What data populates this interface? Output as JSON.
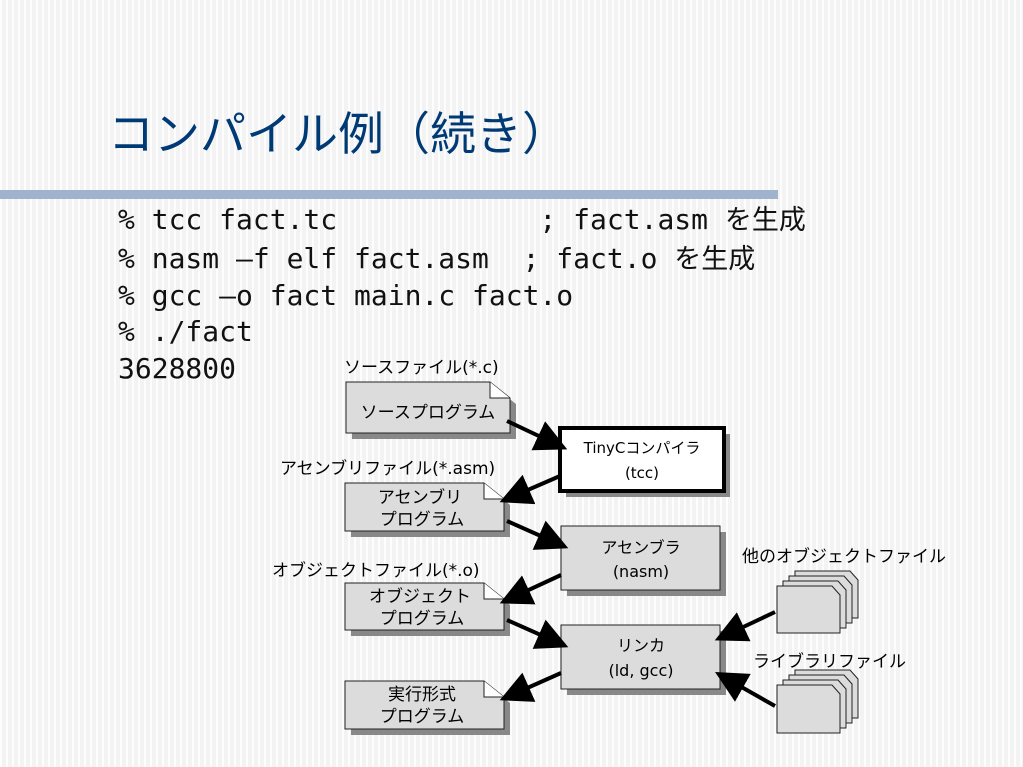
{
  "title": "コンパイル例（続き）",
  "code_lines": [
    {
      "cmd": "% tcc fact.tc            ; fact.asm",
      "note": "を生成"
    },
    {
      "cmd": "% nasm –f elf fact.asm  ; fact.o",
      "note": "を生成"
    },
    {
      "cmd": "% gcc –o fact main.c fact.o",
      "note": ""
    },
    {
      "cmd": "% ./fact",
      "note": ""
    },
    {
      "cmd": "3628800",
      "note": ""
    }
  ],
  "diagram": {
    "source_label": "ソースファイル(*.c)",
    "source_doc": "ソースプログラム",
    "compiler": {
      "line1": "TinyCコンパイラ",
      "line2": "(tcc)"
    },
    "asm_label": "アセンブリファイル(*.asm)",
    "asm_doc": {
      "line1": "アセンブリ",
      "line2": "プログラム"
    },
    "assembler": {
      "line1": "アセンブラ",
      "line2": "(nasm)"
    },
    "obj_label": "オブジェクトファイル(*.o)",
    "obj_doc": {
      "line1": "オブジェクト",
      "line2": "プログラム"
    },
    "other_obj_label": "他のオブジェクトファイル",
    "linker": {
      "line1": "リンカ",
      "line2": "(ld, gcc)"
    },
    "lib_label": "ライブラリファイル",
    "exe_doc": {
      "line1": "実行形式",
      "line2": "プログラム"
    }
  }
}
